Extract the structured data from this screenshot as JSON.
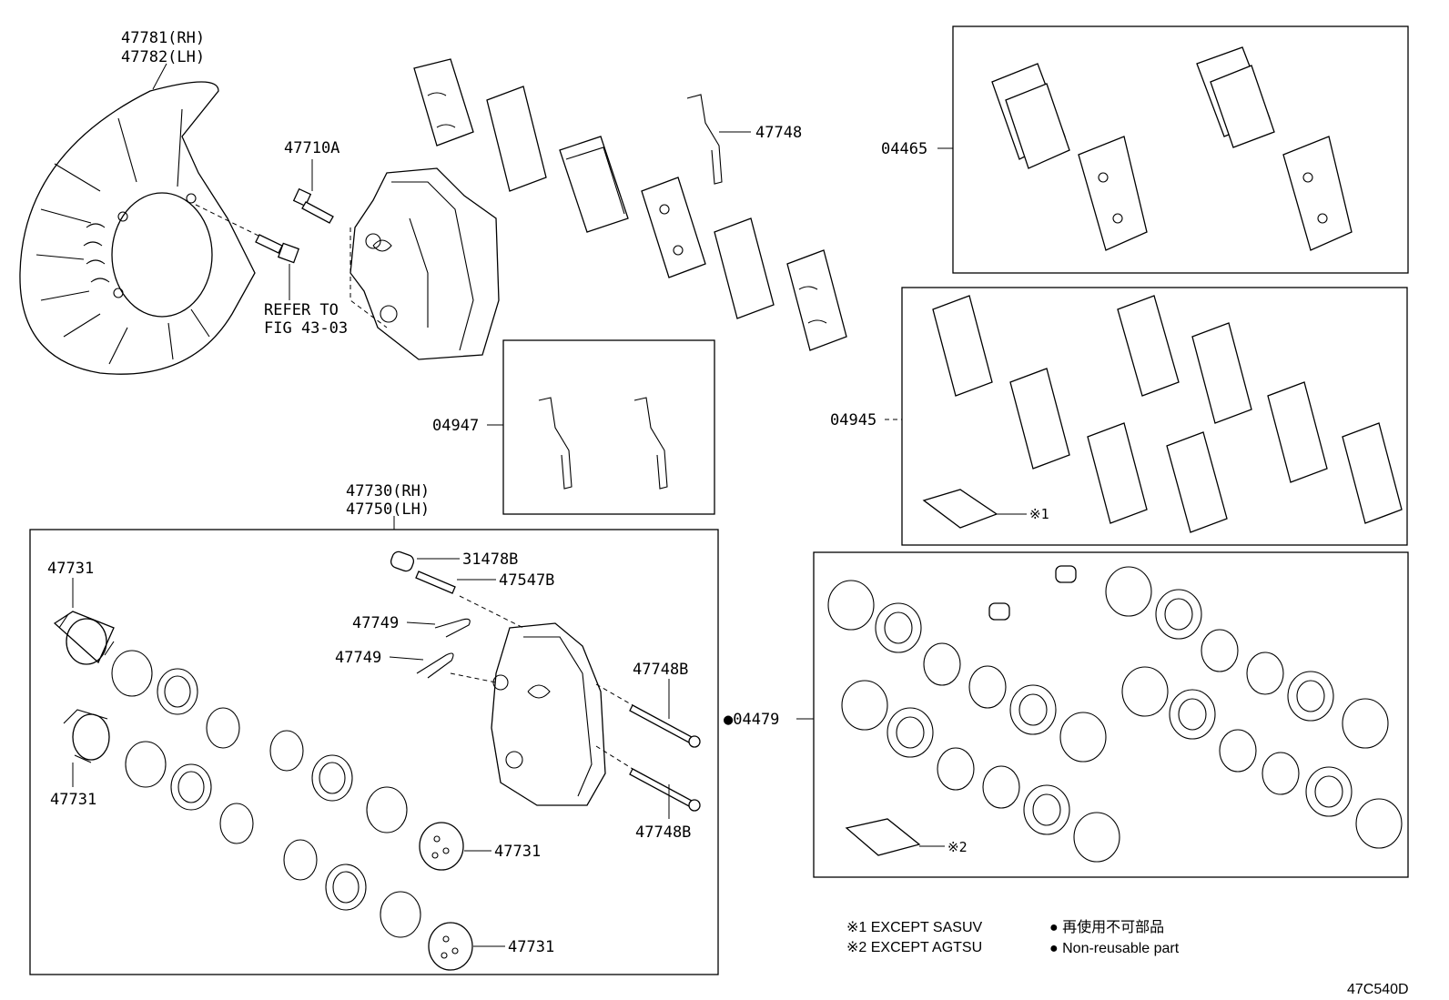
{
  "labels": {
    "shield_rh": "47781(RH)",
    "shield_lh": "47782(LH)",
    "bolt": "47710A",
    "refer_line1": "REFER TO",
    "refer_line2": "FIG 43-03",
    "spring_top": "47748",
    "pad_kit_top": "04465",
    "clip_kit": "04947",
    "pad_kit_mid": "04945",
    "caliper_rh": "47730(RH)",
    "caliper_lh": "47750(LH)",
    "piston_a": "47731",
    "piston_b": "47731",
    "piston_c": "47731",
    "piston_d": "47731",
    "bleeder_cap": "31478B",
    "bleeder": "47547B",
    "clip_a": "47749",
    "clip_b": "47749",
    "pin_a": "47748B",
    "pin_b": "47748B",
    "seal_kit": "●04479",
    "note_mark1": "※1",
    "note_mark2": "※2"
  },
  "legend": {
    "note1": "※1 EXCEPT SASUV",
    "note2": "※2 EXCEPT AGTSU",
    "jp": "● 再使用不可部品",
    "en": "● Non-reusable part"
  },
  "figure_code": "47C540D"
}
